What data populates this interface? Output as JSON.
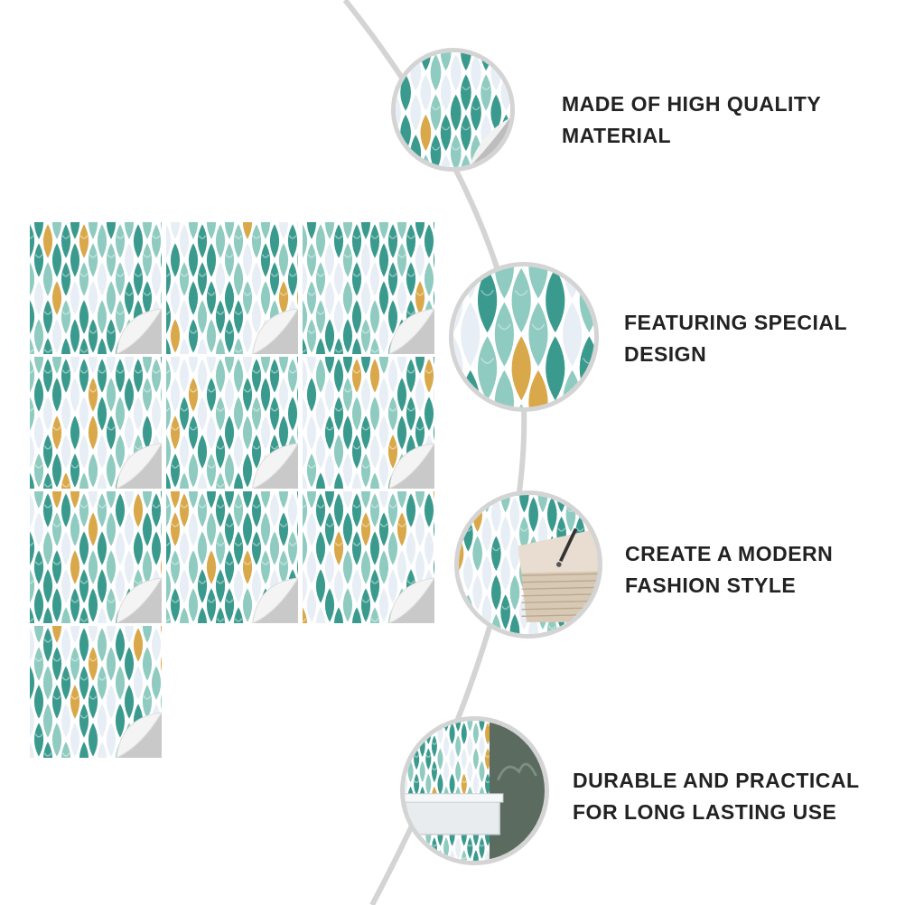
{
  "colors": {
    "tile_teal_dark": "#3b9a8e",
    "tile_teal_light": "#8fcbc0",
    "tile_pearl": "#e8eef5",
    "tile_grout": "#ffffff",
    "tile_gold": "#d9a84a",
    "curve_gray": "#d4d4d4",
    "text": "#222222"
  },
  "tiles": {
    "count": 10
  },
  "features": [
    {
      "icon": "tile-sample-icon",
      "line1": "MADE OF HIGH QUALITY",
      "line2": "MATERIAL"
    },
    {
      "icon": "mosaic-closeup-icon",
      "line1": "FEATURING SPECIAL",
      "line2": "DESIGN"
    },
    {
      "icon": "wall-application-icon",
      "line1": "CREATE A MODERN",
      "line2": "FASHION STYLE"
    },
    {
      "icon": "bathroom-scene-icon",
      "line1": "DURABLE AND PRACTICAL",
      "line2": "FOR LONG LASTING USE"
    }
  ]
}
